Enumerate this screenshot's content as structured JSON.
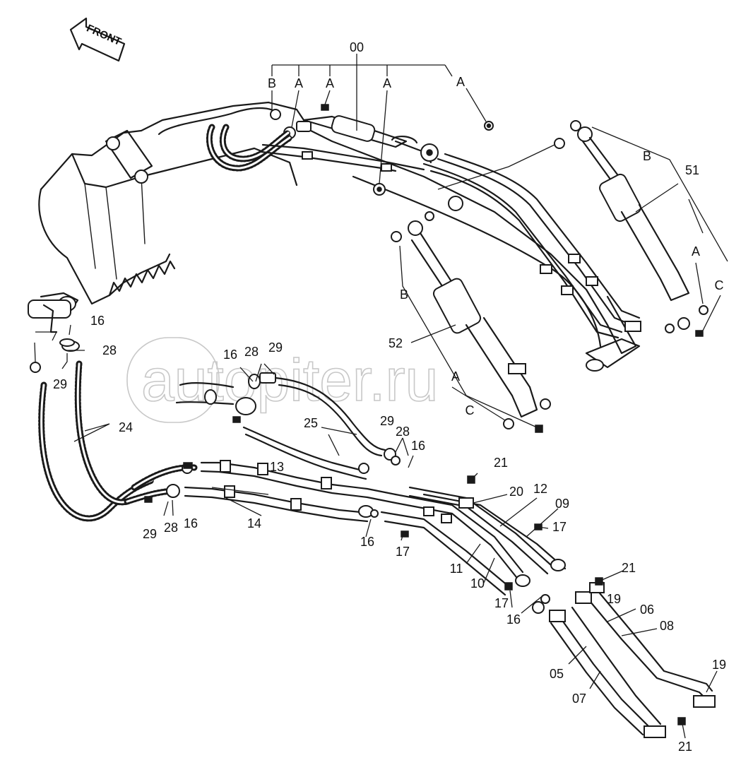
{
  "front_arrow": {
    "label": "FRONT"
  },
  "watermark": {
    "text": "autopiter.ru"
  },
  "callouts": {
    "c00": "00",
    "cB1": "B",
    "cA1": "A",
    "cA2": "A",
    "cA3": "A",
    "cA4": "A",
    "c51": "51",
    "cB2": "B",
    "cA5": "A",
    "cC1": "C",
    "c52": "52",
    "cB3": "B",
    "cA6": "A",
    "cC2": "C",
    "c16a": "16",
    "c28a": "28",
    "c29a": "29",
    "c24": "24",
    "c16b": "16",
    "c28b": "28",
    "c29b": "29",
    "c25": "25",
    "c29c": "29",
    "c28c": "28",
    "c16c": "16",
    "c13": "13",
    "c14": "14",
    "c29d": "29",
    "c28d": "28",
    "c16d": "16",
    "c16e": "16",
    "c17a": "17",
    "c21a": "21",
    "c20": "20",
    "c12": "12",
    "c09": "09",
    "c17b": "17",
    "c11": "11",
    "c10": "10",
    "c17c": "17",
    "c16f": "16",
    "c21b": "21",
    "c19a": "19",
    "c06": "06",
    "c08": "08",
    "c05": "05",
    "c07": "07",
    "c19b": "19",
    "c21c": "21"
  }
}
